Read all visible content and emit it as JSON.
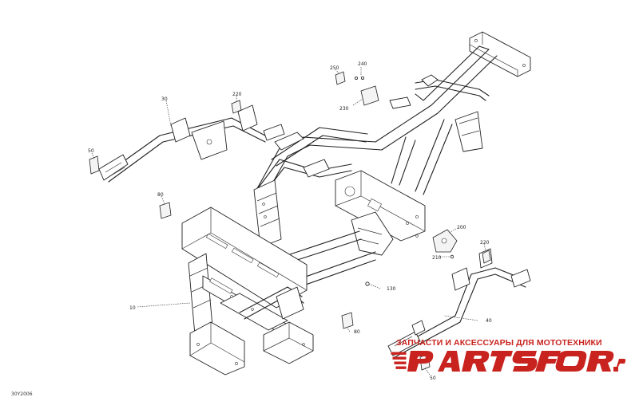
{
  "diagram": {
    "code": "30Y2006",
    "callouts": {
      "c10": "10",
      "c30": "30",
      "c40": "40",
      "c50a": "50",
      "c50b": "50",
      "c80a": "80",
      "c80b": "80",
      "c130": "130",
      "c200": "200",
      "c210": "210",
      "c220a": "220",
      "c220b": "220",
      "c230": "230",
      "c240": "240",
      "c250": "250"
    }
  },
  "watermark": {
    "tagline": "ЗАПЧАСТИ И АКСЕССУАРЫ ДЛЯ МОТОТЕХНИКИ",
    "logo_text": "PARTSFOR.RU",
    "color": "#c8231e"
  }
}
